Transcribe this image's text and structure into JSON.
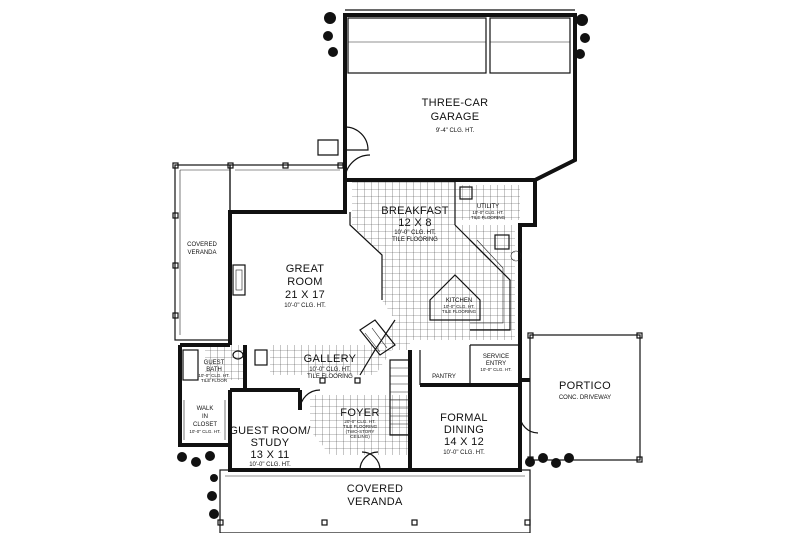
{
  "rooms": {
    "garage": {
      "name_1": "THREE-CAR",
      "name_2": "GARAGE",
      "note": "9'-4\" CLG. HT."
    },
    "breakfast": {
      "name": "BREAKFAST",
      "dims": "12 X 8",
      "note_1": "10'-0\" CLG. HT.",
      "note_2": "TILE FLOORING"
    },
    "utility": {
      "name": "UTILITY",
      "note_1": "10'-0\" CLG. HT.",
      "note_2": "TILE FLOORING"
    },
    "great_room": {
      "name_1": "GREAT",
      "name_2": "ROOM",
      "dims": "21 X 17",
      "note": "10'-0\" CLG. HT."
    },
    "kitchen": {
      "name": "KITCHEN",
      "note_1": "10'-0\" CLG. HT.",
      "note_2": "TILE FLOORING"
    },
    "covered_veranda_side": {
      "name_1": "COVERED",
      "name_2": "VERANDA"
    },
    "guest_bath": {
      "name_1": "GUEST",
      "name_2": "BATH",
      "note_1": "10'-0\" CLG. HT.",
      "note_2": "TILE FLOOR"
    },
    "gallery": {
      "name": "GALLERY",
      "note_1": "10'-0\" CLG. HT.",
      "note_2": "TILE FLOORING"
    },
    "service_entry": {
      "name_1": "SERVICE",
      "name_2": "ENTRY",
      "note": "10'-0\" CLG. HT."
    },
    "pantry": {
      "name": "PANTRY"
    },
    "portico": {
      "name": "PORTICO",
      "note": "CONC. DRIVEWAY"
    },
    "walk_in_closet": {
      "name_1": "WALK",
      "name_2": "IN",
      "name_3": "CLOSET",
      "note": "10'-0\" CLG. HT."
    },
    "foyer": {
      "name": "FOYER",
      "note_1": "20'-0\" CLG. HT.",
      "note_2": "TILE FLOORING",
      "note_3": "(TWO-STORY",
      "note_4": "CEILING)"
    },
    "guest_room": {
      "name_1": "GUEST ROOM/",
      "name_2": "STUDY",
      "dims": "13 X 11",
      "note": "10'-0\" CLG. HT."
    },
    "formal_dining": {
      "name_1": "FORMAL",
      "name_2": "DINING",
      "dims": "14 X 12",
      "note": "10'-0\" CLG. HT."
    },
    "covered_veranda_front": {
      "name_1": "COVERED",
      "name_2": "VERANDA"
    }
  }
}
